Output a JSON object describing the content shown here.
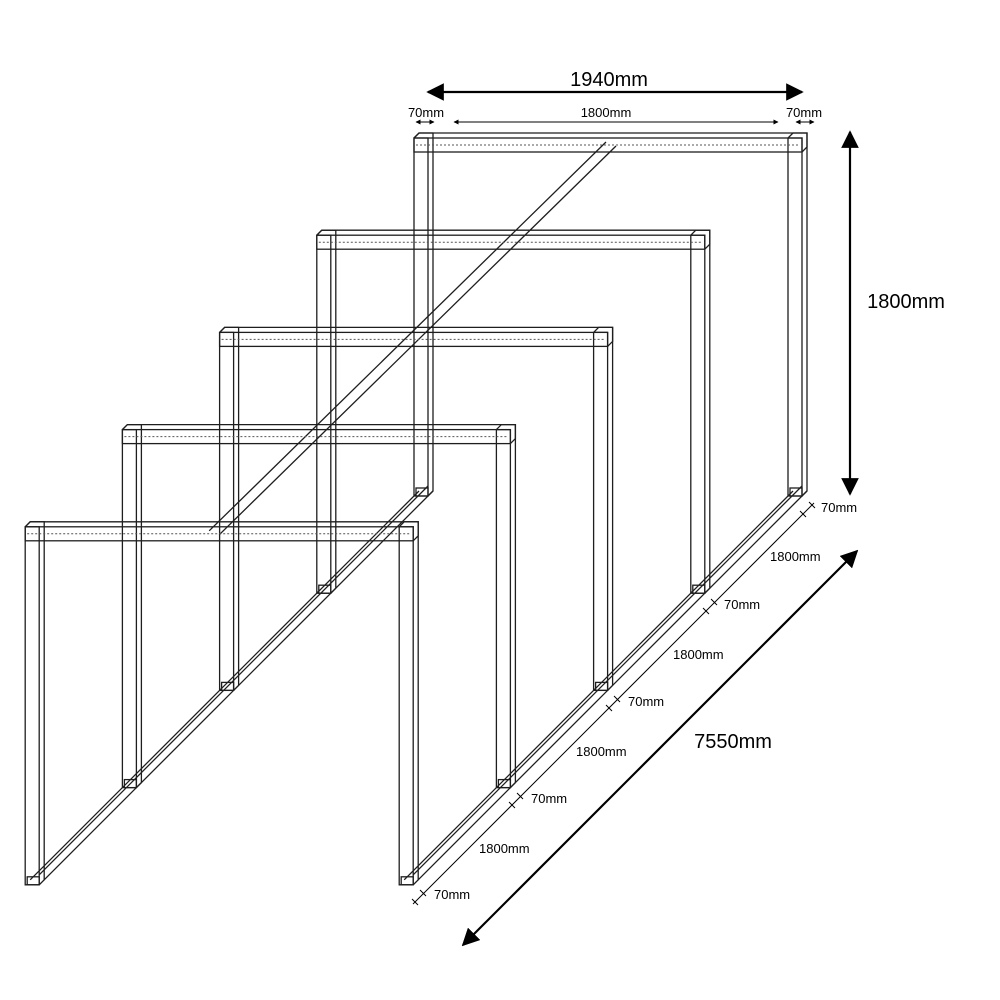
{
  "dimensions": {
    "overall_width": "1940mm",
    "post_left": "70mm",
    "inner_span": "1800mm",
    "post_right": "70mm",
    "height": "1800mm",
    "total_length": "7550mm",
    "seg_post_1": "70mm",
    "seg_gap_1": "1800mm",
    "seg_post_2": "70mm",
    "seg_gap_2": "1800mm",
    "seg_post_3": "70mm",
    "seg_gap_3": "1800mm",
    "seg_post_4": "70mm",
    "seg_gap_4": "1800mm",
    "seg_post_5": "70mm"
  },
  "colors": {
    "line": "#1e1e1e",
    "background": "#ffffff"
  }
}
